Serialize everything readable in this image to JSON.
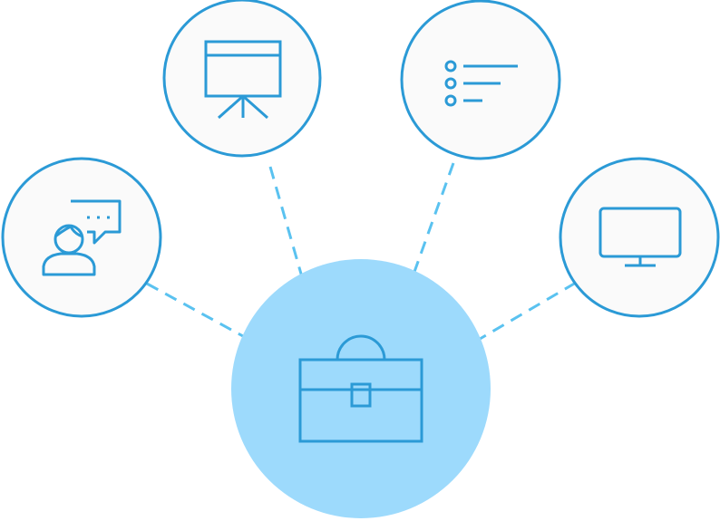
{
  "diagram": {
    "hub": {
      "icon": "briefcase-icon",
      "fill_color": "#9ddafc"
    },
    "nodes": [
      {
        "id": "presentation",
        "icon": "presentation-board-icon"
      },
      {
        "id": "checklist",
        "icon": "bulleted-list-icon"
      },
      {
        "id": "consultation",
        "icon": "person-speech-bubble-icon"
      },
      {
        "id": "monitor",
        "icon": "monitor-icon"
      }
    ],
    "connector_style": "dashed",
    "colors": {
      "stroke": "#2b9ad6",
      "connector": "#5ac2f0",
      "node_fill": "#fafafa",
      "background": "#ffffff"
    }
  }
}
